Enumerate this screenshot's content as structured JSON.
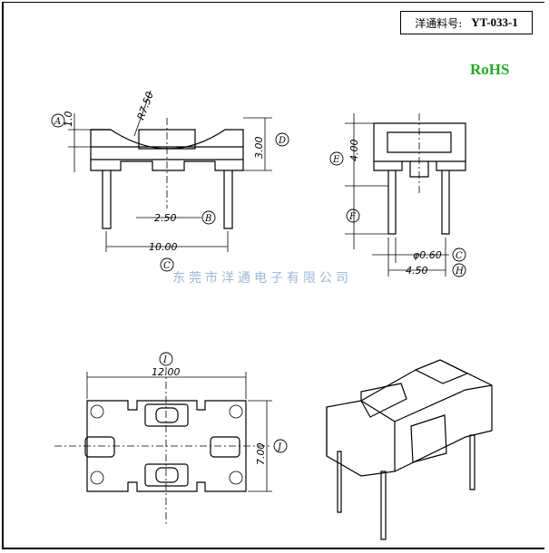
{
  "part_label": "洋通料号:",
  "part_number": "YT-033-1",
  "rohs": "RoHS",
  "company": "东莞市洋通电子有限公司",
  "dimensions": {
    "d1": "1.0",
    "r750": "R7.50",
    "d300": "3.00",
    "d250": "2.50",
    "d1000": "10.00",
    "d400": "4.00",
    "d060": "φ0.60",
    "d450": "4.50",
    "d1200": "12.00",
    "d700": "7.00"
  },
  "markers": {
    "A": "A",
    "B": "B",
    "C1": "C",
    "D": "D",
    "E": "E",
    "F": "F",
    "C2": "C",
    "H": "H",
    "I": "I",
    "J": "J"
  }
}
